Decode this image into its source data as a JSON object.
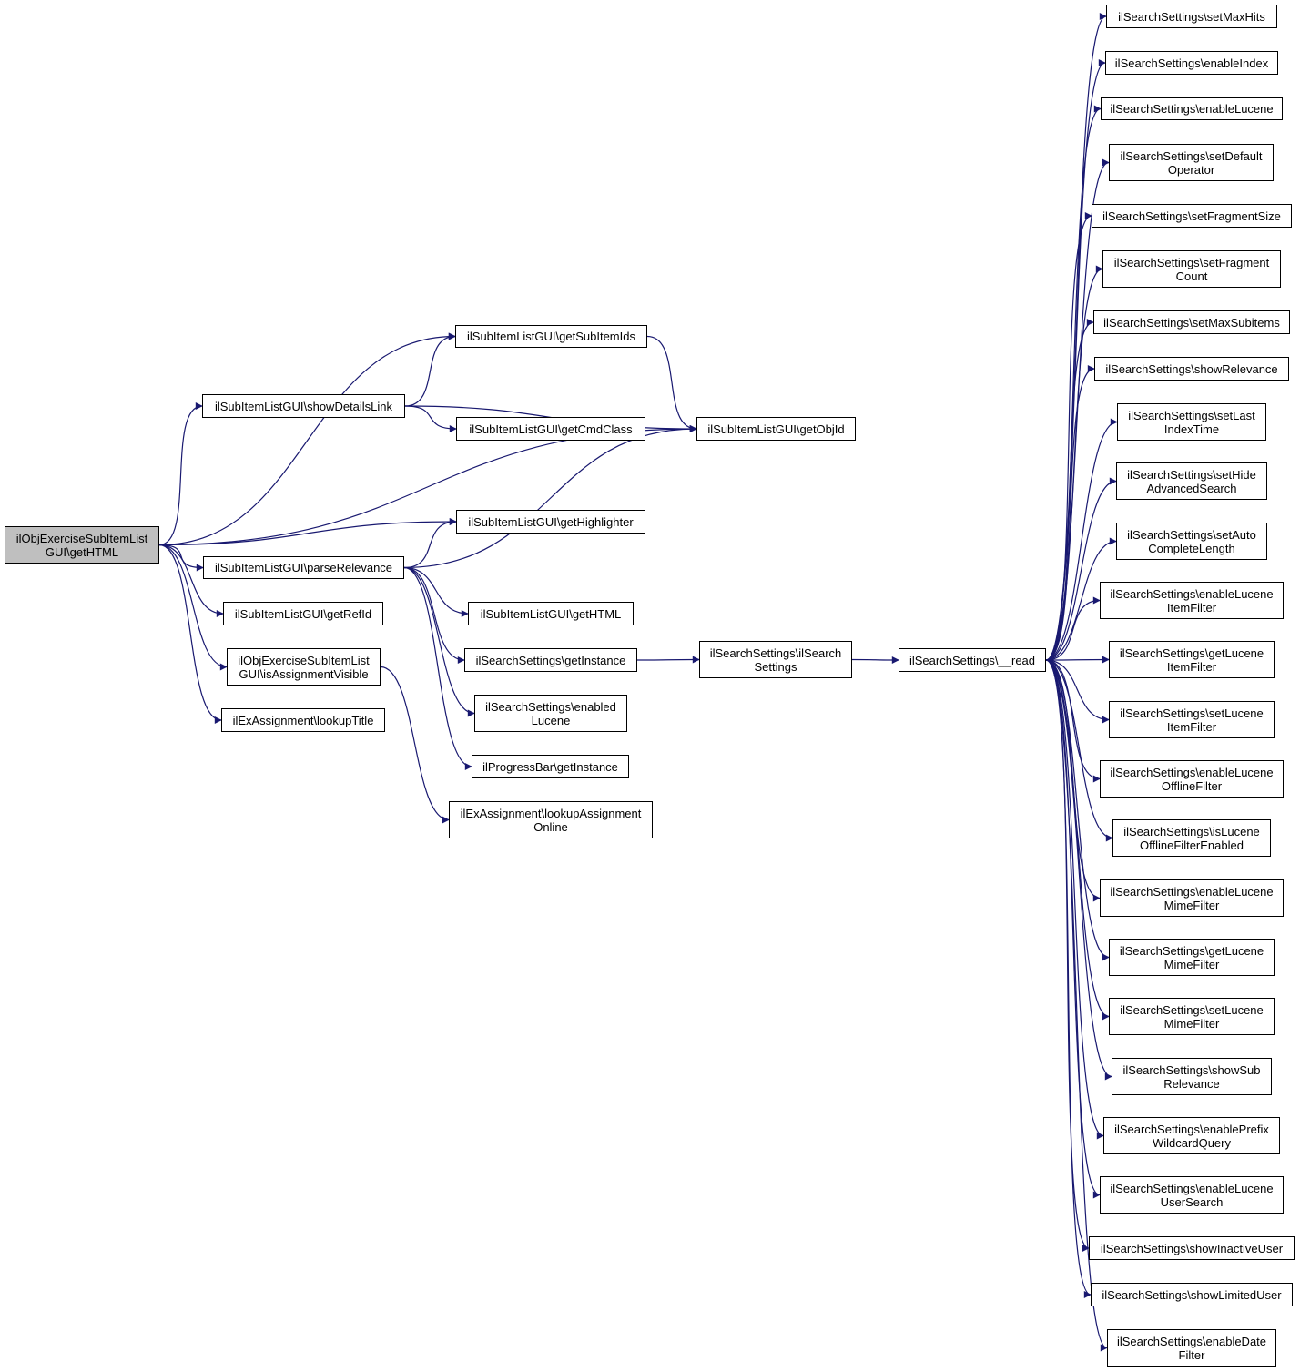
{
  "colors": {
    "edge": "#191970",
    "node_border": "#000000",
    "node_fill": "#ffffff",
    "root_fill": "#bfbfbf"
  },
  "nodes": {
    "root": [
      "ilObjExerciseSubItemList",
      "GUI\\getHTML"
    ],
    "getSubItemIds": [
      "ilSubItemListGUI\\getSubItemIds"
    ],
    "showDetailsLink": [
      "ilSubItemListGUI\\showDetailsLink"
    ],
    "getCmdClass": [
      "ilSubItemListGUI\\getCmdClass"
    ],
    "getObjId": [
      "ilSubItemListGUI\\getObjId"
    ],
    "getHighlighter": [
      "ilSubItemListGUI\\getHighlighter"
    ],
    "parseRelevance": [
      "ilSubItemListGUI\\parseRelevance"
    ],
    "getRefId": [
      "ilSubItemListGUI\\getRefId"
    ],
    "subGetHTML": [
      "ilSubItemListGUI\\getHTML"
    ],
    "isAssignmentVisible": [
      "ilObjExerciseSubItemList",
      "GUI\\isAssignmentVisible"
    ],
    "ssGetInstance": [
      "ilSearchSettings\\getInstance"
    ],
    "ssConstructor": [
      "ilSearchSettings\\ilSearch",
      "Settings"
    ],
    "ssRead": [
      "ilSearchSettings\\__read"
    ],
    "enabledLucene": [
      "ilSearchSettings\\enabled",
      "Lucene"
    ],
    "lookupTitle": [
      "ilExAssignment\\lookupTitle"
    ],
    "pbGetInstance": [
      "ilProgressBar\\getInstance"
    ],
    "lookupAssignmentOnline": [
      "ilExAssignment\\lookupAssignment",
      "Online"
    ],
    "setMaxHits": [
      "ilSearchSettings\\setMaxHits"
    ],
    "enableIndex": [
      "ilSearchSettings\\enableIndex"
    ],
    "enableLucene": [
      "ilSearchSettings\\enableLucene"
    ],
    "setDefaultOperator": [
      "ilSearchSettings\\setDefault",
      "Operator"
    ],
    "setFragmentSize": [
      "ilSearchSettings\\setFragmentSize"
    ],
    "setFragmentCount": [
      "ilSearchSettings\\setFragment",
      "Count"
    ],
    "setMaxSubitems": [
      "ilSearchSettings\\setMaxSubitems"
    ],
    "showRelevance": [
      "ilSearchSettings\\showRelevance"
    ],
    "setLastIndexTime": [
      "ilSearchSettings\\setLast",
      "IndexTime"
    ],
    "setHideAdvancedSearch": [
      "ilSearchSettings\\setHide",
      "AdvancedSearch"
    ],
    "setAutoCompleteLength": [
      "ilSearchSettings\\setAuto",
      "CompleteLength"
    ],
    "enableLuceneItemFilter": [
      "ilSearchSettings\\enableLucene",
      "ItemFilter"
    ],
    "getLuceneItemFilter": [
      "ilSearchSettings\\getLucene",
      "ItemFilter"
    ],
    "setLuceneItemFilter": [
      "ilSearchSettings\\setLucene",
      "ItemFilter"
    ],
    "enableLuceneOfflineFilter": [
      "ilSearchSettings\\enableLucene",
      "OfflineFilter"
    ],
    "isLuceneOfflineFilterEnabled": [
      "ilSearchSettings\\isLucene",
      "OfflineFilterEnabled"
    ],
    "enableLuceneMimeFilter": [
      "ilSearchSettings\\enableLucene",
      "MimeFilter"
    ],
    "getLuceneMimeFilter": [
      "ilSearchSettings\\getLucene",
      "MimeFilter"
    ],
    "setLuceneMimeFilter": [
      "ilSearchSettings\\setLucene",
      "MimeFilter"
    ],
    "showSubRelevance": [
      "ilSearchSettings\\showSub",
      "Relevance"
    ],
    "enablePrefixWildcardQuery": [
      "ilSearchSettings\\enablePrefix",
      "WildcardQuery"
    ],
    "enableLuceneUserSearch": [
      "ilSearchSettings\\enableLucene",
      "UserSearch"
    ],
    "showInactiveUser": [
      "ilSearchSettings\\showInactiveUser"
    ],
    "showLimitedUser": [
      "ilSearchSettings\\showLimitedUser"
    ],
    "enableDateFilter": [
      "ilSearchSettings\\enableDate",
      "Filter"
    ]
  },
  "edges": [
    [
      "root",
      "getSubItemIds"
    ],
    [
      "root",
      "showDetailsLink"
    ],
    [
      "root",
      "getObjId"
    ],
    [
      "root",
      "getHighlighter"
    ],
    [
      "root",
      "parseRelevance"
    ],
    [
      "root",
      "getRefId"
    ],
    [
      "root",
      "isAssignmentVisible"
    ],
    [
      "root",
      "lookupTitle"
    ],
    [
      "showDetailsLink",
      "getSubItemIds"
    ],
    [
      "showDetailsLink",
      "getObjId"
    ],
    [
      "showDetailsLink",
      "getCmdClass"
    ],
    [
      "getSubItemIds",
      "getObjId"
    ],
    [
      "parseRelevance",
      "getHighlighter"
    ],
    [
      "parseRelevance",
      "getObjId"
    ],
    [
      "parseRelevance",
      "subGetHTML"
    ],
    [
      "parseRelevance",
      "ssGetInstance"
    ],
    [
      "parseRelevance",
      "enabledLucene"
    ],
    [
      "parseRelevance",
      "pbGetInstance"
    ],
    [
      "isAssignmentVisible",
      "lookupAssignmentOnline"
    ],
    [
      "ssGetInstance",
      "ssConstructor"
    ],
    [
      "ssConstructor",
      "ssRead"
    ],
    [
      "ssRead",
      "setMaxHits"
    ],
    [
      "ssRead",
      "enableIndex"
    ],
    [
      "ssRead",
      "enableLucene"
    ],
    [
      "ssRead",
      "setDefaultOperator"
    ],
    [
      "ssRead",
      "setFragmentSize"
    ],
    [
      "ssRead",
      "setFragmentCount"
    ],
    [
      "ssRead",
      "setMaxSubitems"
    ],
    [
      "ssRead",
      "showRelevance"
    ],
    [
      "ssRead",
      "setLastIndexTime"
    ],
    [
      "ssRead",
      "setHideAdvancedSearch"
    ],
    [
      "ssRead",
      "setAutoCompleteLength"
    ],
    [
      "ssRead",
      "enableLuceneItemFilter"
    ],
    [
      "ssRead",
      "getLuceneItemFilter"
    ],
    [
      "ssRead",
      "setLuceneItemFilter"
    ],
    [
      "ssRead",
      "enableLuceneOfflineFilter"
    ],
    [
      "ssRead",
      "isLuceneOfflineFilterEnabled"
    ],
    [
      "ssRead",
      "enableLuceneMimeFilter"
    ],
    [
      "ssRead",
      "getLuceneMimeFilter"
    ],
    [
      "ssRead",
      "setLuceneMimeFilter"
    ],
    [
      "ssRead",
      "showSubRelevance"
    ],
    [
      "ssRead",
      "enablePrefixWildcardQuery"
    ],
    [
      "ssRead",
      "enableLuceneUserSearch"
    ],
    [
      "ssRead",
      "showInactiveUser"
    ],
    [
      "ssRead",
      "showLimitedUser"
    ],
    [
      "ssRead",
      "enableDateFilter"
    ]
  ]
}
